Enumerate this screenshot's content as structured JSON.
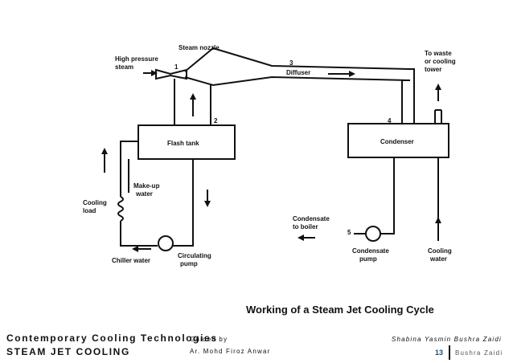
{
  "diagram": {
    "labels": {
      "high_pressure_steam": [
        "High pressure",
        "steam"
      ],
      "steam_nozzle": "Steam nozzle",
      "to_waste": [
        "To waste",
        "or cooling",
        "tower"
      ],
      "diffuser": "Diffuser",
      "flash_tank": "Flash tank",
      "condenser": "Condenser",
      "make_up_water": [
        "Make-up",
        "water"
      ],
      "cooling_load": [
        "Cooling",
        "load"
      ],
      "chiller_water": "Chiller water",
      "circulating_pump": [
        "Circulating",
        "pump"
      ],
      "condensate_to_boiler": [
        "Condensate",
        "to boiler"
      ],
      "condensate_pump": [
        "Condensate",
        "pump"
      ],
      "cooling_water": [
        "Cooling",
        "water"
      ]
    },
    "state_points": [
      "1",
      "2",
      "3",
      "4",
      "5"
    ]
  },
  "caption": "Working of a Steam Jet Cooling Cycle",
  "footer": {
    "course": "Contemporary Cooling Technologies",
    "topic": "STEAM JET COOLING",
    "guided_by": "Guided by",
    "guide_name": "Ar. Mohd Firoz Anwar",
    "authors": "Shabina Yasmin  Bushra Zaidi",
    "page_number": "13",
    "author_short": "Bushra Zaidi"
  },
  "colors": {
    "line": "#111111",
    "page_number": "#1a4f7a"
  }
}
